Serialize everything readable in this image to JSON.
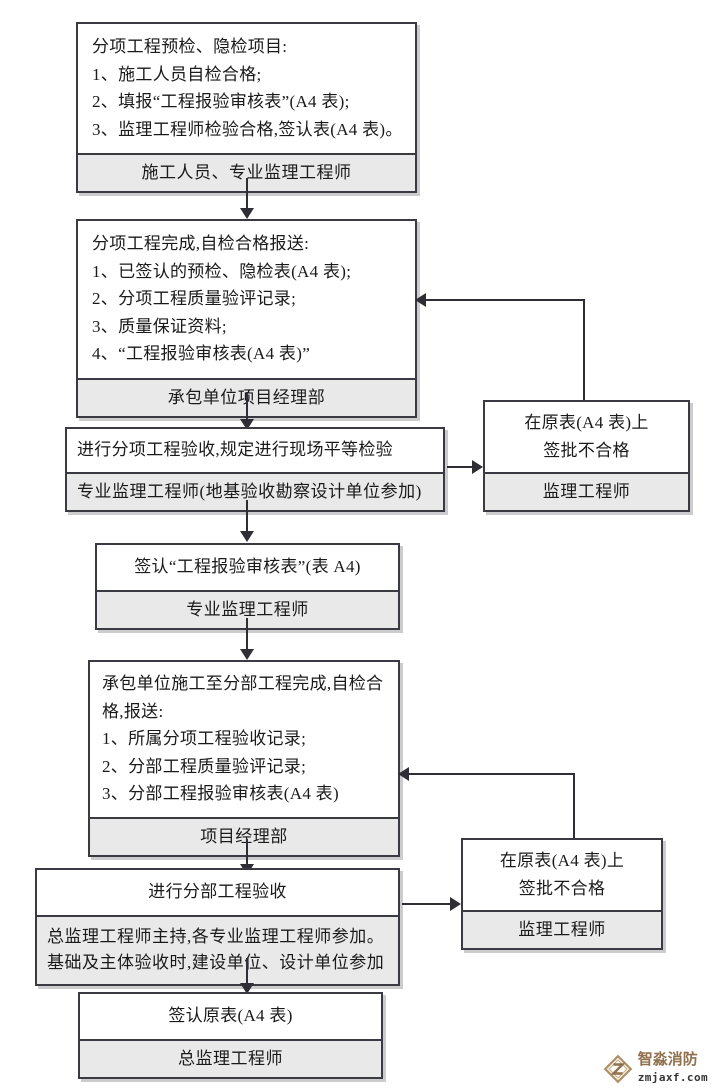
{
  "diagram": {
    "title": "分项/分部工程报验与验收流程图",
    "colors": {
      "border": "#3a3a42",
      "role_band": "#e9e9e9",
      "connector": "#2e2e34",
      "page_background": "#ffffff"
    },
    "nodes": [
      {
        "id": "node-1",
        "lines": [
          "分项工程预检、隐检项目:",
          "1、施工人员自检合格;",
          "2、填报“工程报验审核表”(A4 表);",
          "3、监理工程师检验合格,签认表(A4 表)。"
        ],
        "role": "施工人员、专业监理工程师"
      },
      {
        "id": "node-2",
        "lines": [
          "分项工程完成,自检合格报送:",
          "1、已签认的预检、隐检表(A4 表);",
          "2、分项工程质量验评记录;",
          "3、质量保证资料;",
          "4、“工程报验审核表(A4 表)”"
        ],
        "role": "承包单位项目经理部"
      },
      {
        "id": "node-3",
        "lines": [
          "进行分项工程验收,规定进行现场平等检验"
        ],
        "role": "专业监理工程师(地基验收勘察设计单位参加)"
      },
      {
        "id": "node-4",
        "lines": [
          "签认“工程报验审核表”(表 A4)"
        ],
        "role": "专业监理工程师"
      },
      {
        "id": "node-5",
        "lines": [
          "承包单位施工至分部工程完成,自检合",
          "格,报送:",
          "1、所属分项工程验收记录;",
          "2、分部工程质量验评记录;",
          "3、分部工程报验审核表(A4 表)"
        ],
        "role": "项目经理部"
      },
      {
        "id": "node-6",
        "lines": [
          "进行分部工程验收"
        ],
        "role": "总监理工程师主持,各专业监理工程师参加。基础及主体验收时,建设单位、设计单位参加"
      },
      {
        "id": "node-7",
        "lines": [
          "签认原表(A4 表)"
        ],
        "role": "总监理工程师"
      },
      {
        "id": "reject-1",
        "lines": [
          "在原表(A4 表)上",
          "签批不合格"
        ],
        "role": "监理工程师"
      },
      {
        "id": "reject-2",
        "lines": [
          "在原表(A4 表)上",
          "签批不合格"
        ],
        "role": "监理工程师"
      }
    ],
    "connectors": [
      {
        "id": "c1",
        "from": "node-1",
        "to": "node-2",
        "kind": "down-arrow"
      },
      {
        "id": "c2",
        "from": "node-2",
        "to": "node-3",
        "kind": "down-arrow"
      },
      {
        "id": "c3",
        "from": "node-3",
        "to": "reject-1",
        "kind": "right-arrow"
      },
      {
        "id": "c4",
        "from": "reject-1",
        "to": "node-2",
        "kind": "feedback-left-arrow"
      },
      {
        "id": "c5",
        "from": "node-3",
        "to": "node-4",
        "kind": "down-arrow"
      },
      {
        "id": "c6",
        "from": "node-4",
        "to": "node-5",
        "kind": "down-arrow"
      },
      {
        "id": "c7",
        "from": "node-5",
        "to": "node-6",
        "kind": "down-arrow"
      },
      {
        "id": "c8",
        "from": "node-6",
        "to": "reject-2",
        "kind": "right-arrow"
      },
      {
        "id": "c9",
        "from": "reject-2",
        "to": "node-5",
        "kind": "feedback-left-arrow"
      },
      {
        "id": "c10",
        "from": "node-6",
        "to": "node-7",
        "kind": "down-arrow"
      }
    ]
  },
  "watermark": {
    "brand": "智淼消防",
    "url": "zmjaxf.com",
    "logo_color": "#8a6a45"
  }
}
